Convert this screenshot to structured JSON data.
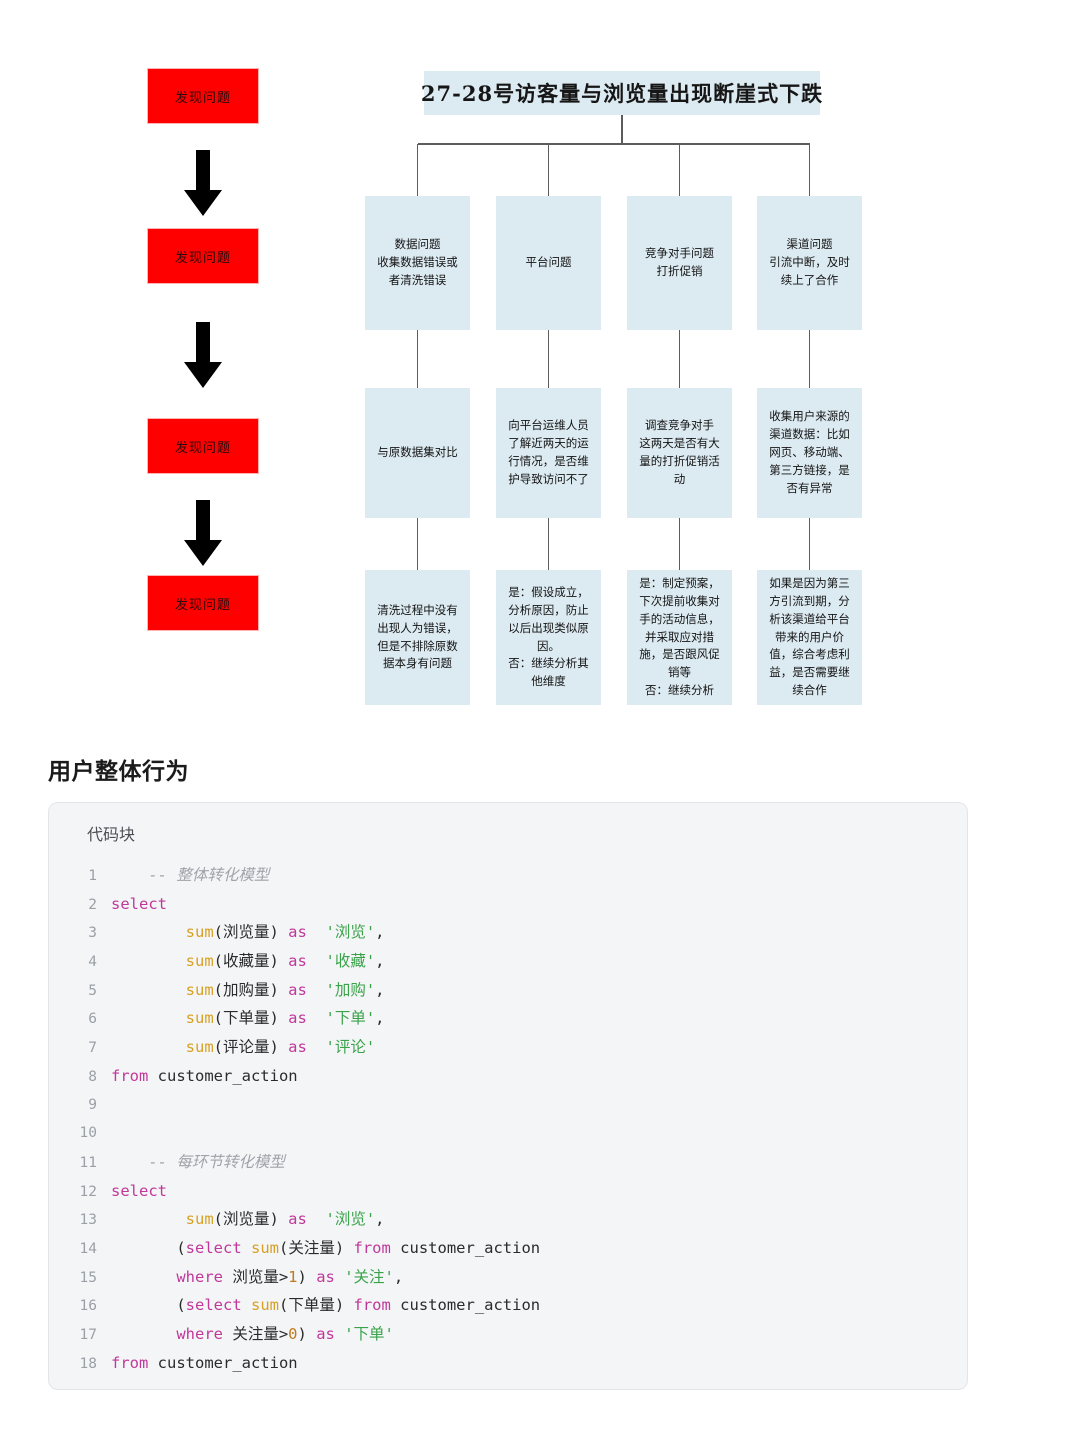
{
  "diagram": {
    "left_flow": {
      "steps": [
        {
          "label": "发现问题"
        },
        {
          "label": "发现问题"
        },
        {
          "label": "发现问题"
        },
        {
          "label": "发现问题"
        }
      ],
      "arrow_icon": "arrow-down-icon"
    },
    "tree": {
      "title": "27-28号访客量与浏览量出现断崖式下跌",
      "columns": [
        {
          "cause": "数据问题\n收集数据错误或\n者清洗错误",
          "action": "与原数据集对比",
          "conclusion": "清洗过程中没有\n出现人为错误，\n但是不排除原数\n据本身有问题"
        },
        {
          "cause": "平台问题",
          "action": "向平台运维人员\n了解近两天的运\n行情况，是否维\n护导致访问不了",
          "conclusion": "是：假设成立，\n分析原因，防止\n以后出现类似原\n因。\n否：继续分析其\n他维度"
        },
        {
          "cause": "竞争对手问题\n打折促销",
          "action": "调查竞争对手\n这两天是否有大\n量的打折促销活\n动",
          "conclusion": "是：制定预案，\n下次提前收集对\n手的活动信息，\n并采取应对措\n施，是否跟风促\n销等\n否：继续分析"
        },
        {
          "cause": "渠道问题\n引流中断，及时\n续上了合作",
          "action": "收集用户来源的\n渠道数据：比如\n网页、移动端、\n第三方链接，是\n否有异常",
          "conclusion": "如果是因为第三\n方引流到期，分\n析该渠道给平台\n带来的用户价\n值，综合考虑利\n益，是否需要继\n续合作"
        }
      ]
    },
    "colors": {
      "node_fill": "#dceaf1",
      "red_fill": "#ff0000",
      "connector": "#5c5c5c"
    }
  },
  "section": {
    "heading": "用户整体行为"
  },
  "code_block": {
    "label": "代码块",
    "language": "sql",
    "line_numbers": [
      1,
      2,
      3,
      4,
      5,
      6,
      7,
      8,
      9,
      10,
      11,
      12,
      13,
      14,
      15,
      16,
      17,
      18
    ],
    "lines": [
      [
        {
          "t": "comment",
          "v": "    -- 整体转化模型"
        }
      ],
      [
        {
          "t": "keyword",
          "v": "select"
        }
      ],
      [
        {
          "t": "plain",
          "v": "        "
        },
        {
          "t": "function",
          "v": "sum"
        },
        {
          "t": "plain",
          "v": "(浏览量) "
        },
        {
          "t": "keyword",
          "v": "as"
        },
        {
          "t": "plain",
          "v": "  "
        },
        {
          "t": "string",
          "v": "'浏览'"
        },
        {
          "t": "plain",
          "v": ","
        }
      ],
      [
        {
          "t": "plain",
          "v": "        "
        },
        {
          "t": "function",
          "v": "sum"
        },
        {
          "t": "plain",
          "v": "(收藏量) "
        },
        {
          "t": "keyword",
          "v": "as"
        },
        {
          "t": "plain",
          "v": "  "
        },
        {
          "t": "string",
          "v": "'收藏'"
        },
        {
          "t": "plain",
          "v": ","
        }
      ],
      [
        {
          "t": "plain",
          "v": "        "
        },
        {
          "t": "function",
          "v": "sum"
        },
        {
          "t": "plain",
          "v": "(加购量) "
        },
        {
          "t": "keyword",
          "v": "as"
        },
        {
          "t": "plain",
          "v": "  "
        },
        {
          "t": "string",
          "v": "'加购'"
        },
        {
          "t": "plain",
          "v": ","
        }
      ],
      [
        {
          "t": "plain",
          "v": "        "
        },
        {
          "t": "function",
          "v": "sum"
        },
        {
          "t": "plain",
          "v": "(下单量) "
        },
        {
          "t": "keyword",
          "v": "as"
        },
        {
          "t": "plain",
          "v": "  "
        },
        {
          "t": "string",
          "v": "'下单'"
        },
        {
          "t": "plain",
          "v": ","
        }
      ],
      [
        {
          "t": "plain",
          "v": "        "
        },
        {
          "t": "function",
          "v": "sum"
        },
        {
          "t": "plain",
          "v": "(评论量) "
        },
        {
          "t": "keyword",
          "v": "as"
        },
        {
          "t": "plain",
          "v": "  "
        },
        {
          "t": "string",
          "v": "'评论'"
        }
      ],
      [
        {
          "t": "keyword",
          "v": "from"
        },
        {
          "t": "plain",
          "v": " customer_action"
        }
      ],
      [],
      [],
      [
        {
          "t": "comment",
          "v": "    -- 每环节转化模型"
        }
      ],
      [
        {
          "t": "keyword",
          "v": "select"
        }
      ],
      [
        {
          "t": "plain",
          "v": "        "
        },
        {
          "t": "function",
          "v": "sum"
        },
        {
          "t": "plain",
          "v": "(浏览量) "
        },
        {
          "t": "keyword",
          "v": "as"
        },
        {
          "t": "plain",
          "v": "  "
        },
        {
          "t": "string",
          "v": "'浏览'"
        },
        {
          "t": "plain",
          "v": ","
        }
      ],
      [
        {
          "t": "plain",
          "v": "       ("
        },
        {
          "t": "keyword",
          "v": "select"
        },
        {
          "t": "plain",
          "v": " "
        },
        {
          "t": "function",
          "v": "sum"
        },
        {
          "t": "plain",
          "v": "(关注量) "
        },
        {
          "t": "keyword",
          "v": "from"
        },
        {
          "t": "plain",
          "v": " customer_action"
        }
      ],
      [
        {
          "t": "plain",
          "v": "       "
        },
        {
          "t": "keyword",
          "v": "where"
        },
        {
          "t": "plain",
          "v": " 浏览量>"
        },
        {
          "t": "number",
          "v": "1"
        },
        {
          "t": "plain",
          "v": ") "
        },
        {
          "t": "keyword",
          "v": "as"
        },
        {
          "t": "plain",
          "v": " "
        },
        {
          "t": "string",
          "v": "'关注'"
        },
        {
          "t": "plain",
          "v": ","
        }
      ],
      [
        {
          "t": "plain",
          "v": "       ("
        },
        {
          "t": "keyword",
          "v": "select"
        },
        {
          "t": "plain",
          "v": " "
        },
        {
          "t": "function",
          "v": "sum"
        },
        {
          "t": "plain",
          "v": "(下单量) "
        },
        {
          "t": "keyword",
          "v": "from"
        },
        {
          "t": "plain",
          "v": " customer_action"
        }
      ],
      [
        {
          "t": "plain",
          "v": "       "
        },
        {
          "t": "keyword",
          "v": "where"
        },
        {
          "t": "plain",
          "v": " 关注量>"
        },
        {
          "t": "number",
          "v": "0"
        },
        {
          "t": "plain",
          "v": ") "
        },
        {
          "t": "keyword",
          "v": "as"
        },
        {
          "t": "plain",
          "v": " "
        },
        {
          "t": "string",
          "v": "'下单'"
        }
      ],
      [
        {
          "t": "keyword",
          "v": "from"
        },
        {
          "t": "plain",
          "v": " customer_action"
        }
      ]
    ]
  }
}
